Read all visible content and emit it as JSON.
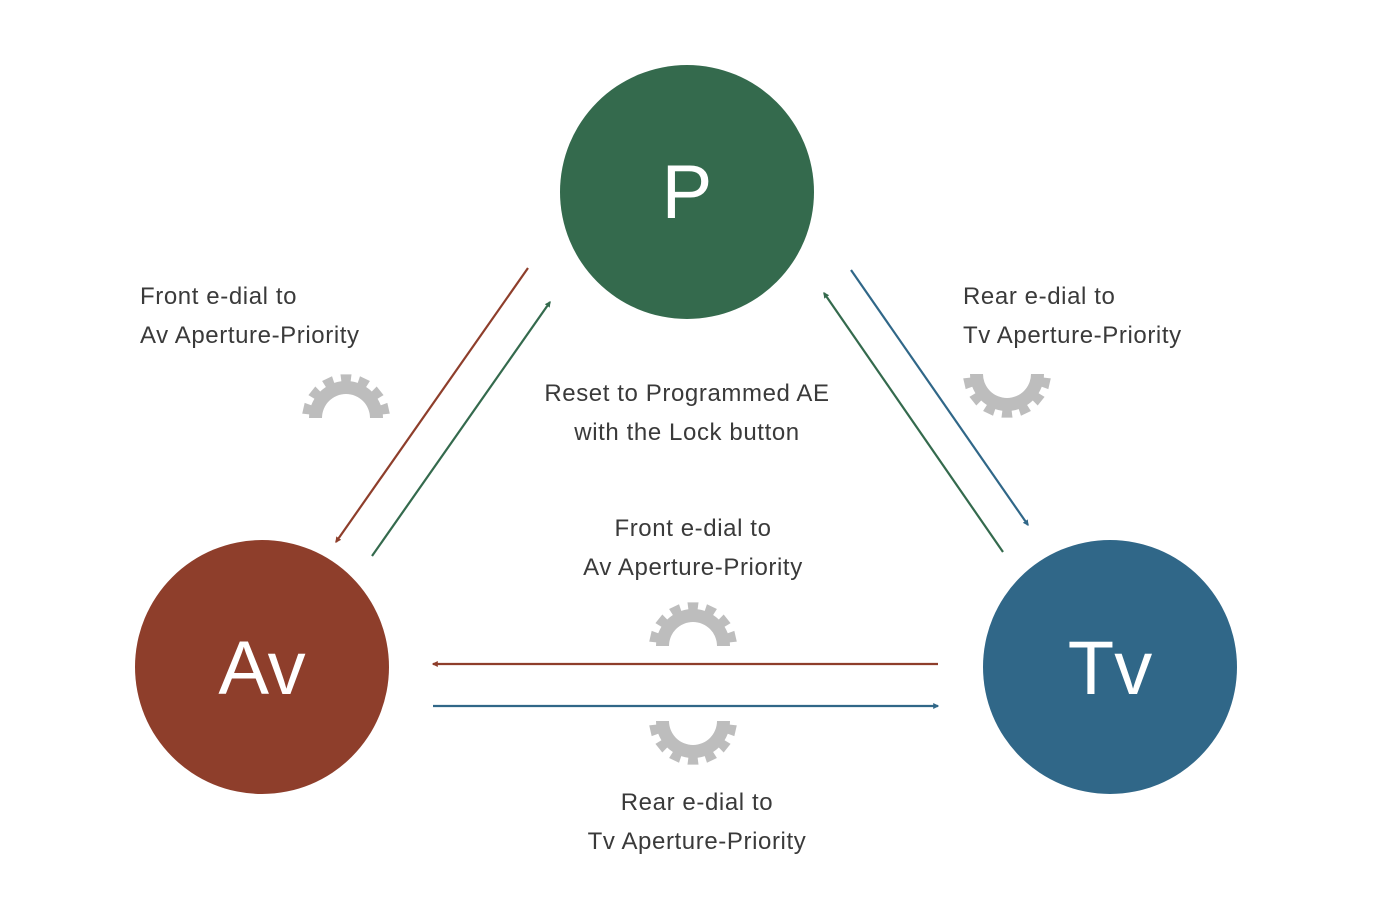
{
  "modes": {
    "p": {
      "label": "P",
      "color": "#346a4d"
    },
    "av": {
      "label": "Av",
      "color": "#8e3e2b"
    },
    "tv": {
      "label": "Tv",
      "color": "#306788"
    }
  },
  "gear_color": "#bdbdbd",
  "labels": {
    "left": {
      "line1": "Front e-dial to",
      "line2": "Av Aperture-Priority"
    },
    "right": {
      "line1": "Rear e-dial to",
      "line2": "Tv Aperture-Priority"
    },
    "center": {
      "line1": "Reset to Programmed AE",
      "line2": "with the Lock button"
    },
    "bottom_top": {
      "line1": "Front e-dial to",
      "line2": "Av Aperture-Priority"
    },
    "bottom_bottom": {
      "line1": "Rear e-dial to",
      "line2": "Tv Aperture-Priority"
    }
  }
}
